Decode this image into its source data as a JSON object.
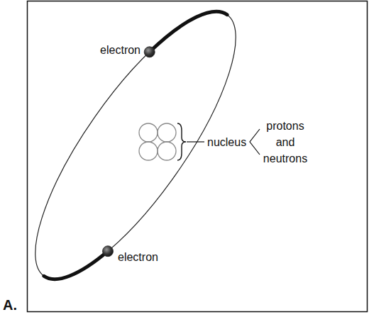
{
  "diagram": {
    "labels": [
      "electron",
      "nucleus",
      "protons and neutrons",
      "electron",
      "A."
    ]
  }
}
